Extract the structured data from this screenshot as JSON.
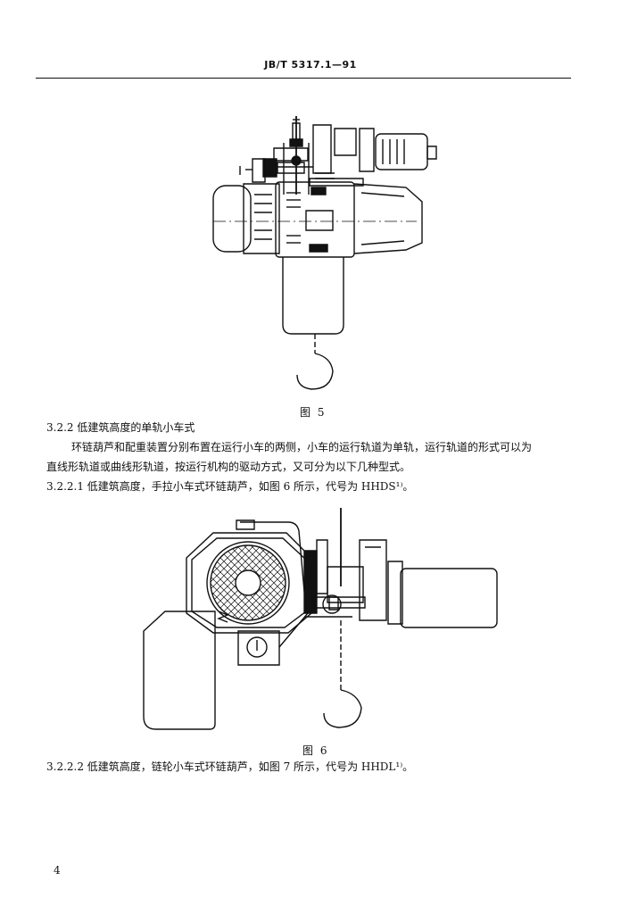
{
  "header": {
    "code": "JB/T 5317.1—91"
  },
  "figure5": {
    "caption": "图 5"
  },
  "section_3_2_2": {
    "heading": "3.2.2  低建筑高度的单轨小车式",
    "body_line1": "环链葫芦和配重装置分别布置在运行小车的两侧，小车的运行轨道为单轨，运行轨道的形式可以为",
    "body_line2": "直线形轨道或曲线形轨道，按运行机构的驱动方式，又可分为以下几种型式。"
  },
  "section_3_2_2_1": {
    "text": "3.2.2.1  低建筑高度，手拉小车式环链葫芦，如图 6 所示，代号为 HHDS¹⁾。"
  },
  "figure6": {
    "caption": "图 6"
  },
  "section_3_2_2_2": {
    "text": "3.2.2.2  低建筑高度，链轮小车式环链葫芦，如图 7 所示，代号为 HHDL¹⁾。"
  },
  "footer": {
    "page_number": "4"
  }
}
